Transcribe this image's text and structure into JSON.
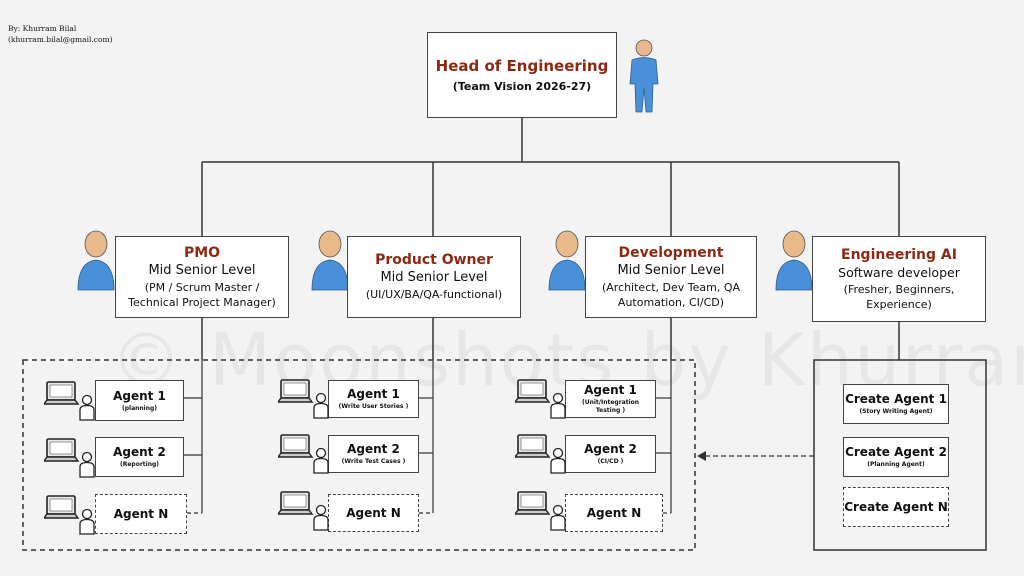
{
  "credit": {
    "line1": "By: Khurram Bilal",
    "line2": "(khurram.bilal@gmail.com)"
  },
  "head": {
    "title": "Head of Engineering",
    "subtitle": "(Team Vision 2026-27)"
  },
  "departments": [
    {
      "title": "PMO",
      "level": "Mid Senior Level",
      "desc1": "(PM / Scrum Master /",
      "desc2": "Technical Project Manager)"
    },
    {
      "title": "Product Owner",
      "level": "Mid Senior Level",
      "desc1": "(UI/UX/BA/QA-functional)",
      "desc2": ""
    },
    {
      "title": "Development",
      "level": "Mid Senior Level",
      "desc1": "(Architect, Dev Team, QA",
      "desc2": "Automation, CI/CD)"
    },
    {
      "title": "Engineering AI",
      "level": "Software developer",
      "desc1": "(Fresher, Beginners,",
      "desc2": "Experience)"
    }
  ],
  "pmo_agents": [
    {
      "name": "Agent 1",
      "sub": "(planning)"
    },
    {
      "name": "Agent 2",
      "sub": "(Reporting)"
    },
    {
      "name": "Agent N",
      "sub": ""
    }
  ],
  "po_agents": [
    {
      "name": "Agent 1",
      "sub": "(Write User Stories )"
    },
    {
      "name": "Agent 2",
      "sub": "(Write Test Cases )"
    },
    {
      "name": "Agent N",
      "sub": ""
    }
  ],
  "dev_agents": [
    {
      "name": "Agent 1",
      "sub": "(Unit/Integration Testing )"
    },
    {
      "name": "Agent 2",
      "sub": "(CI/CD )"
    },
    {
      "name": "Agent N",
      "sub": ""
    }
  ],
  "ai_agents": [
    {
      "name": "Create Agent 1",
      "sub": "(Story Writing Agent)"
    },
    {
      "name": "Create Agent 2",
      "sub": "(Planning Agent)"
    },
    {
      "name": "Create Agent  N",
      "sub": ""
    }
  ],
  "watermark": "© Moonshots by Khurram",
  "colors": {
    "title": "#8b2a12",
    "person": "#4a90d9",
    "skin": "#e8b98a"
  }
}
